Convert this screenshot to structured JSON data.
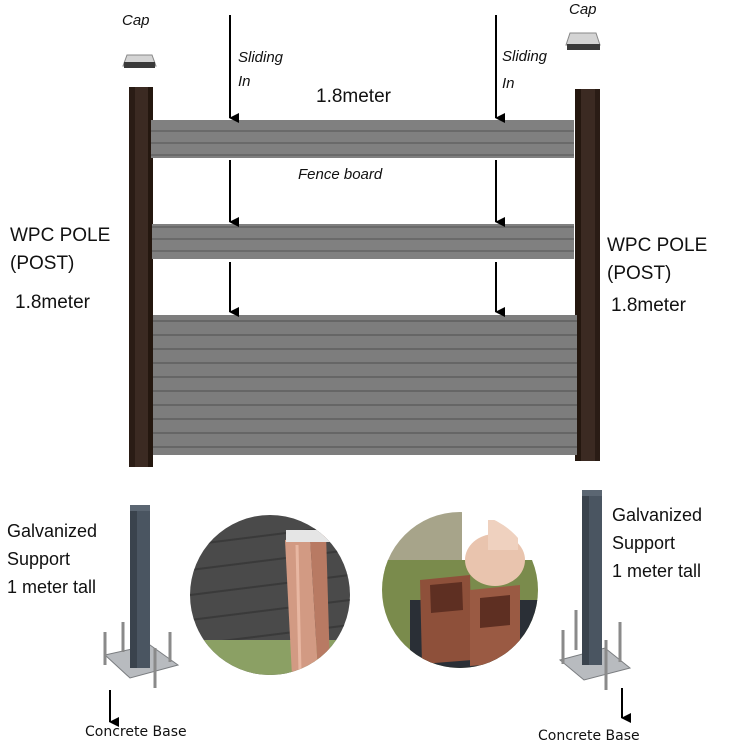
{
  "labels": {
    "cap_left": "Cap",
    "cap_right": "Cap",
    "sliding_left": "Sliding\nIn",
    "sliding_right": "Sliding\nIn",
    "width": "1.8meter",
    "fence_board": "Fence board",
    "pole_left_title": "WPC POLE\n(POST)",
    "pole_left_height": "1.8meter",
    "pole_right_title": "WPC POLE\n(POST)",
    "pole_right_height": "1.8meter",
    "support_left": "Galvanized\nSupport\n1 meter tall",
    "support_right": "Galvanized\nSupport\n1 meter tall",
    "concrete_left": "Concrete Base",
    "concrete_right": "Concrete Base"
  },
  "colors": {
    "post": "#3a2a22",
    "post_shade": "#24190f",
    "board": "#7f7f7f",
    "board_dark": "#5f5f5f",
    "cap": "#cfcfcf",
    "steel": "#4a5560",
    "plate": "#b9bcc0",
    "wood_pink": "#c98c76",
    "brown_profile": "#8d4f3a"
  }
}
